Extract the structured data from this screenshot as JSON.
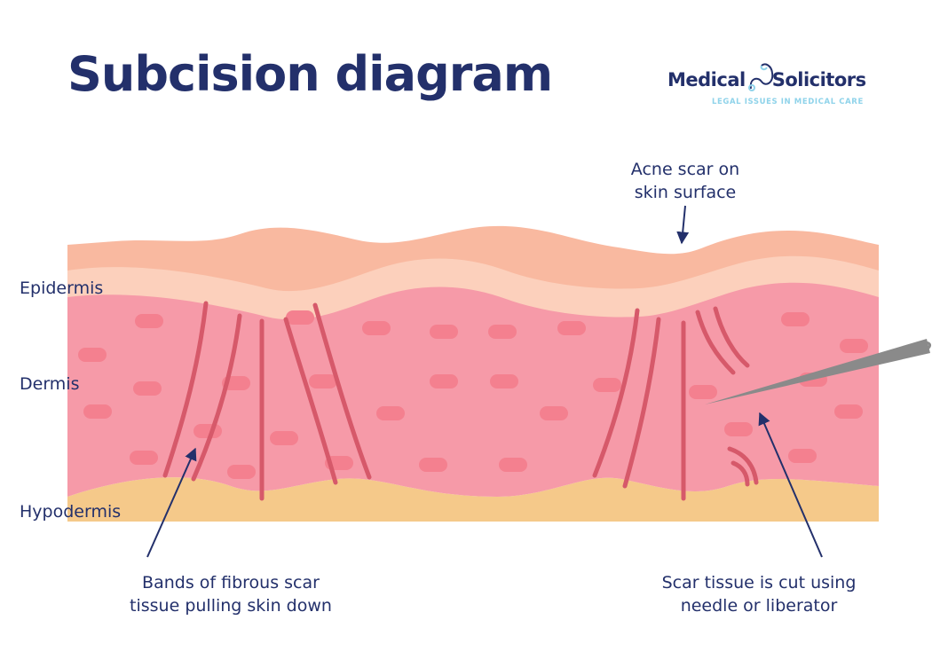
{
  "title": "Subcision diagram",
  "logo": {
    "name_left": "Medical",
    "name_right": "Solicitors",
    "tagline": "LEGAL ISSUES IN MEDICAL CARE"
  },
  "layers": {
    "epidermis": "Epidermis",
    "dermis": "Dermis",
    "hypodermis": "Hypodermis"
  },
  "callouts": {
    "acne_scar": [
      "Acne scar on",
      "skin surface"
    ],
    "bands": [
      "Bands of fibrous scar",
      "tissue pulling skin down"
    ],
    "cut": [
      "Scar tissue is cut using",
      "needle or liberator"
    ]
  },
  "colors": {
    "text": "#23306b",
    "epidermis_outer": "#f9b9a0",
    "epidermis_inner": "#fcd0bc",
    "dermis": "#f69aa8",
    "dermis_cell": "#f4808f",
    "band": "#d6596a",
    "hypodermis": "#f5c98a",
    "needle": "#8a8a8a",
    "logo_accent": "#8fd3ea"
  }
}
